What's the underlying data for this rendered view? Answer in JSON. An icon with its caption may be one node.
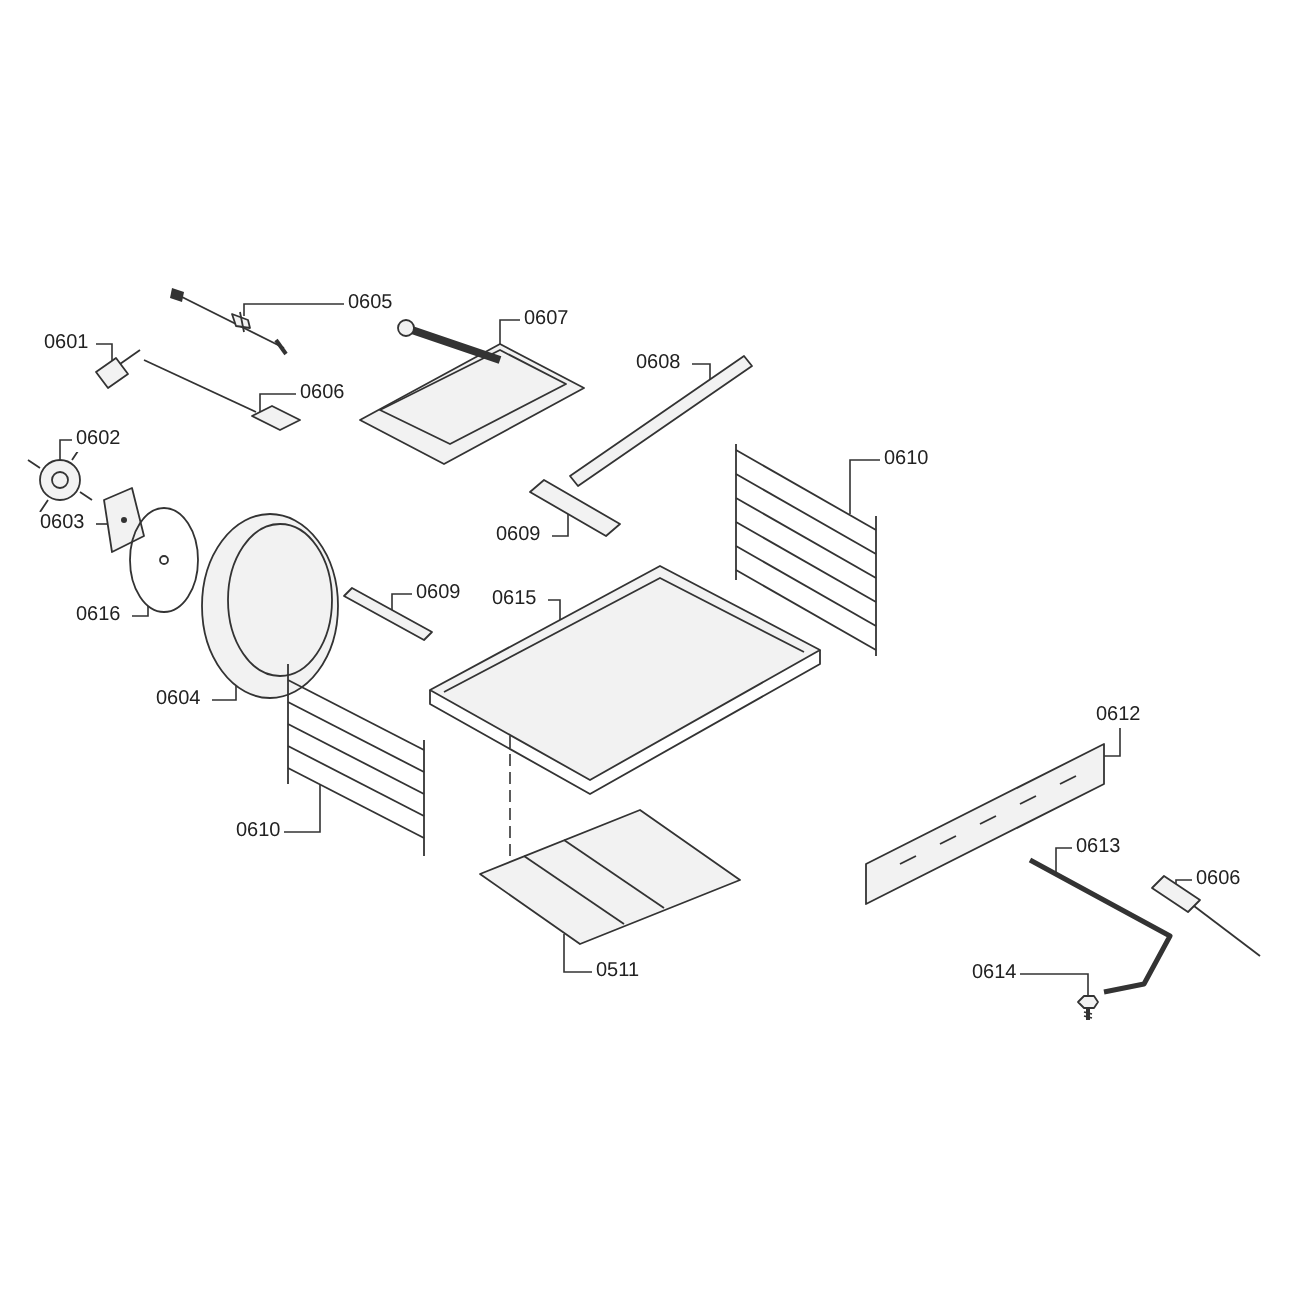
{
  "diagram": {
    "nodes": [
      {
        "text": [
          "0605"
        ]
      },
      {
        "text": [
          "0607"
        ]
      },
      {
        "text": [
          "0601"
        ]
      },
      {
        "text": [
          "0608"
        ]
      },
      {
        "text": [
          "0606"
        ]
      },
      {
        "text": [
          "0610"
        ]
      },
      {
        "text": [
          "0602"
        ]
      },
      {
        "text": [
          "0609"
        ]
      },
      {
        "text": [
          "0603"
        ]
      },
      {
        "text": [
          "0616"
        ]
      },
      {
        "text": [
          "0609"
        ]
      },
      {
        "text": [
          "0615"
        ]
      },
      {
        "text": [
          "0604"
        ]
      },
      {
        "text": [
          "0612"
        ]
      },
      {
        "text": [
          "0610"
        ]
      },
      {
        "text": [
          "0613"
        ]
      },
      {
        "text": [
          "0606"
        ]
      },
      {
        "text": [
          "0511"
        ]
      },
      {
        "text": [
          "0614"
        ]
      },
      {
        "text": [],
        "shape": "picture"
      },
      {
        "text": [],
        "shape": "picture"
      },
      {
        "text": [],
        "shape": "picture"
      },
      {
        "text": [],
        "shape": "picture"
      },
      {
        "text": [],
        "shape": "picture"
      },
      {
        "text": [],
        "shape": "picture"
      },
      {
        "text": [],
        "shape": "picture"
      },
      {
        "text": [],
        "shape": "picture"
      },
      {
        "text": [],
        "shape": "picture"
      },
      {
        "text": [],
        "shape": "picture"
      },
      {
        "text": [],
        "shape": "picture"
      },
      {
        "text": [],
        "shape": "picture"
      },
      {
        "text": [],
        "shape": "picture"
      },
      {
        "text": [],
        "shape": "picture"
      },
      {
        "text": [],
        "shape": "picture"
      },
      {
        "text": [],
        "shape": "picture"
      },
      {
        "text": [],
        "shape": "picture"
      },
      {
        "text": [],
        "shape": "picture"
      },
      {
        "text": [],
        "shape": "picture"
      }
    ],
    "edges": [
      {
        "from": 0,
        "to": 19,
        "arrow": "none"
      },
      {
        "from": 1,
        "to": 20,
        "arrow": "none"
      },
      {
        "from": 2,
        "to": 21,
        "arrow": "none"
      },
      {
        "from": 3,
        "to": 22,
        "arrow": "none"
      },
      {
        "from": 4,
        "to": 23,
        "arrow": "none"
      },
      {
        "from": 5,
        "to": 24,
        "arrow": "none"
      },
      {
        "from": 6,
        "to": 25,
        "arrow": "none"
      },
      {
        "from": 7,
        "to": 26,
        "arrow": "none"
      },
      {
        "from": 8,
        "to": 27,
        "arrow": "none"
      },
      {
        "from": 9,
        "to": 28,
        "arrow": "none"
      },
      {
        "from": 10,
        "to": 29,
        "arrow": "none"
      },
      {
        "from": 11,
        "to": 30,
        "arrow": "none"
      },
      {
        "from": 12,
        "to": 31,
        "arrow": "none"
      },
      {
        "from": 13,
        "to": 32,
        "arrow": "none"
      },
      {
        "from": 14,
        "to": 33,
        "arrow": "none"
      },
      {
        "from": 15,
        "to": 34,
        "arrow": "none"
      },
      {
        "from": 16,
        "to": 35,
        "arrow": "none"
      },
      {
        "from": 17,
        "to": 36,
        "arrow": "none"
      },
      {
        "from": 18,
        "to": 37,
        "arrow": "none"
      },
      {
        "from": 30,
        "to": 36,
        "arrow": "none",
        "style": "dashed"
      }
    ]
  }
}
